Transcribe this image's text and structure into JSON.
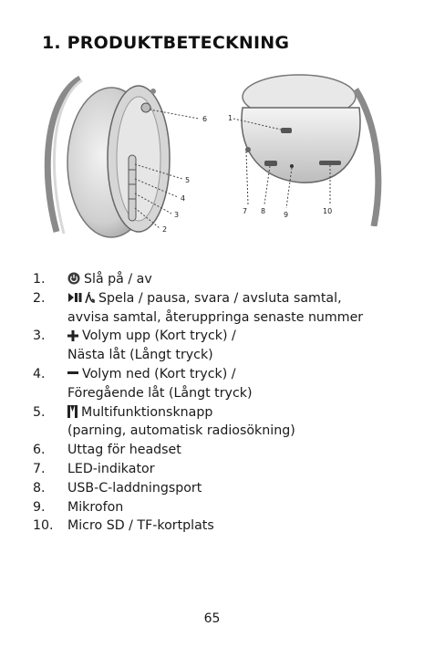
{
  "section": {
    "title": "1. PRODUKTBETECKNING"
  },
  "figure_left": {
    "callouts": [
      "6",
      "5",
      "4",
      "3",
      "2"
    ]
  },
  "figure_right": {
    "callouts": [
      "1",
      "7",
      "8",
      "9",
      "10"
    ]
  },
  "items": [
    {
      "num": "1.",
      "icon": "power-icon",
      "lines": [
        "Slå på / av"
      ]
    },
    {
      "num": "2.",
      "icon": "play-pause-call-icon",
      "lines": [
        "Spela / pausa, svara / avsluta samtal,",
        "avvisa samtal, återuppringa senaste nummer"
      ]
    },
    {
      "num": "3.",
      "icon": "plus-icon",
      "lines": [
        "Volym upp (Kort tryck) /",
        "Nästa låt (Långt tryck)"
      ]
    },
    {
      "num": "4.",
      "icon": "minus-icon",
      "lines": [
        "Volym ned (Kort tryck) /",
        "Föregående låt (Långt tryck)"
      ]
    },
    {
      "num": "5.",
      "icon": "multifunction-icon",
      "lines": [
        "Multifunktionsknapp",
        "(parning, automatisk radiosökning)"
      ]
    },
    {
      "num": "6.",
      "lines": [
        "Uttag för headset"
      ]
    },
    {
      "num": "7.",
      "lines": [
        "LED-indikator"
      ]
    },
    {
      "num": "8.",
      "lines": [
        "USB-C-laddningsport"
      ]
    },
    {
      "num": "9.",
      "lines": [
        "Mikrofon"
      ]
    },
    {
      "num": "10.",
      "lines": [
        "Micro SD / TF-kortplats"
      ]
    }
  ],
  "footer": {
    "page_number": "65"
  }
}
